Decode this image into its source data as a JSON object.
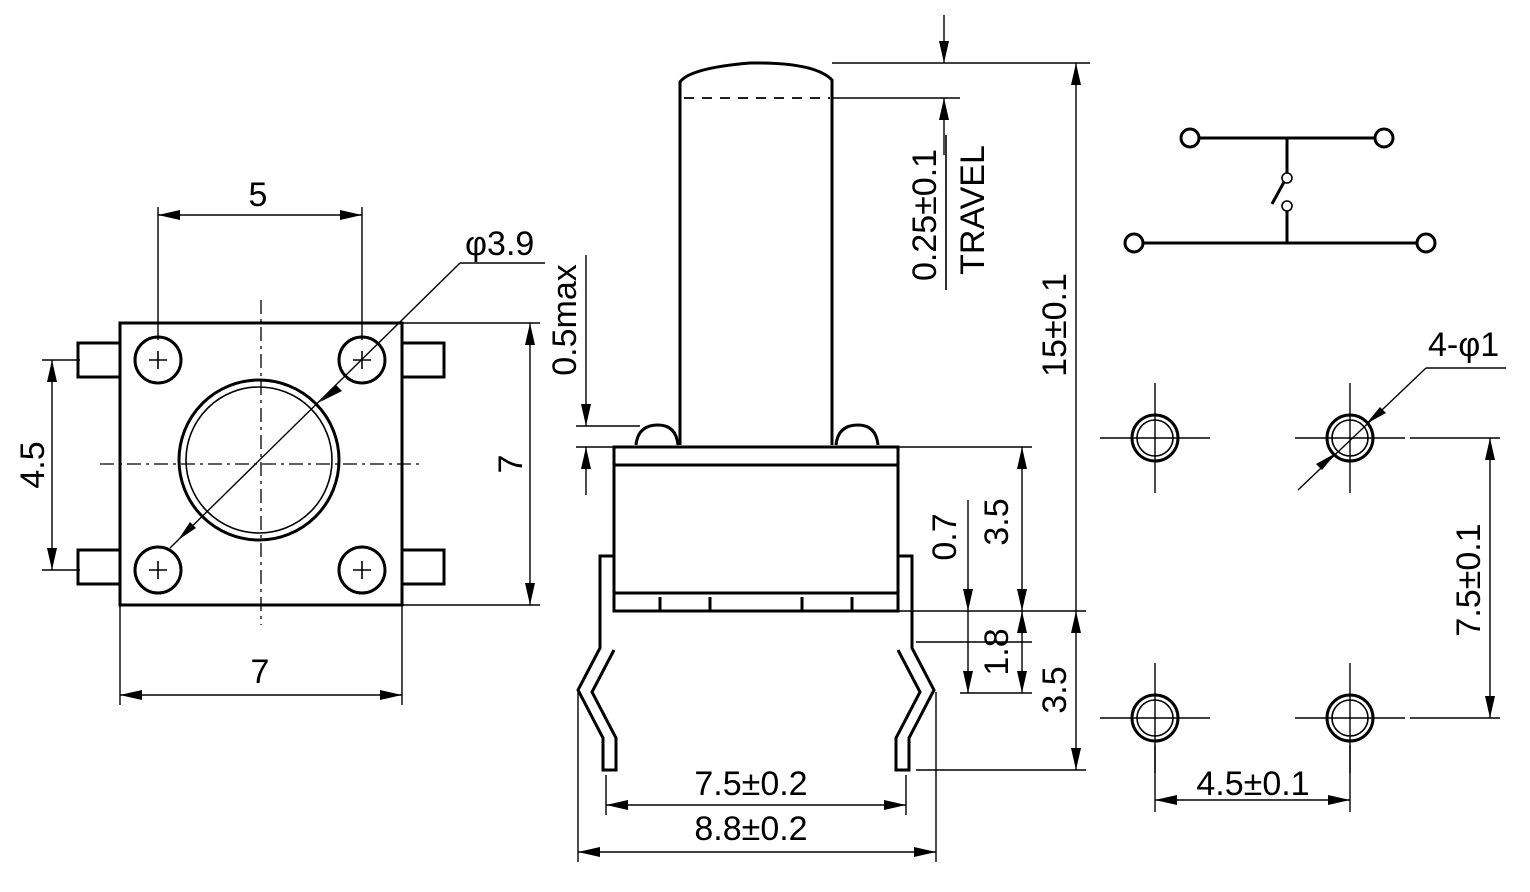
{
  "top_view": {
    "pitch_horizontal": "5",
    "pitch_vertical": "4.5",
    "width": "7",
    "height": "7",
    "button_diameter": "φ3.9"
  },
  "side_view": {
    "max_offset": "0.5max",
    "travel_value": "0.25±0.1",
    "travel_label": "TRAVEL",
    "total_height": "15±0.1",
    "body_height": "3.5",
    "standoff": "0.7",
    "lead_bend": "1.8",
    "lead_length": "3.5",
    "lead_spacing_inner": "7.5±0.2",
    "lead_spacing_outer": "8.8±0.2"
  },
  "pcb_layout": {
    "hole_callout": "4-φ1",
    "vertical_pitch": "7.5±0.1",
    "horizontal_pitch": "4.5±0.1"
  }
}
